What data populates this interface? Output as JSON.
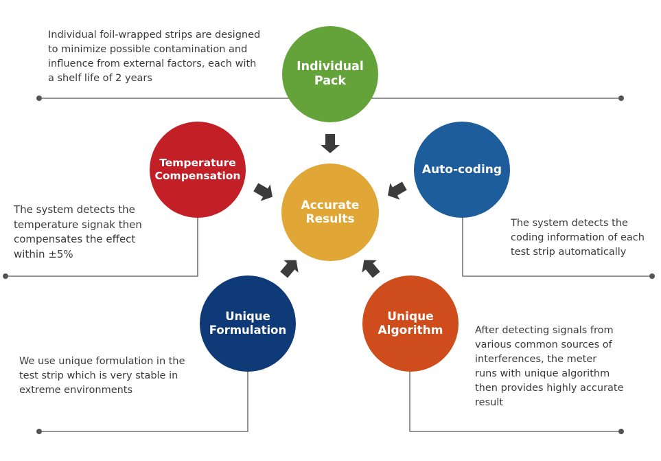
{
  "nodes": {
    "individual_pack": {
      "lines": [
        "Individual",
        "Pack"
      ],
      "color": "#64a33a"
    },
    "temperature_compensation": {
      "lines": [
        "Temperature",
        "Compensation"
      ],
      "color": "#c21f26"
    },
    "auto_coding": {
      "lines": [
        "Auto-coding"
      ],
      "color": "#1d5d9b"
    },
    "accurate_results": {
      "lines": [
        "Accurate",
        "Results"
      ],
      "color": "#e0a736"
    },
    "unique_formulation": {
      "lines": [
        "Unique",
        "Formulation"
      ],
      "color": "#0f3a78"
    },
    "unique_algorithm": {
      "lines": [
        "Unique",
        "Algorithm"
      ],
      "color": "#cf4d1c"
    }
  },
  "descriptions": {
    "individual_pack": [
      "Individual foil-wrapped strips are designed",
      "to minimize possible contamination and",
      "influence from external factors, each with",
      "a shelf life of 2 years"
    ],
    "temperature_compensation": [
      "The system detects the",
      "temperature signak then",
      "compensates the effect",
      "within ±5%"
    ],
    "auto_coding": [
      "The system detects the",
      "coding information of each",
      "test strip automatically"
    ],
    "unique_formulation": [
      "We use unique formulation in the",
      "test strip which is very stable in",
      "extreme environments"
    ],
    "unique_algorithm": [
      "After detecting signals from",
      "various common sources of",
      "interferences, the meter",
      "runs with unique algorithm",
      "then provides highly accurate",
      "result"
    ]
  },
  "colors": {
    "line": "#555555",
    "arrow": "#3c3c3c",
    "text": "#3a3a3a"
  }
}
